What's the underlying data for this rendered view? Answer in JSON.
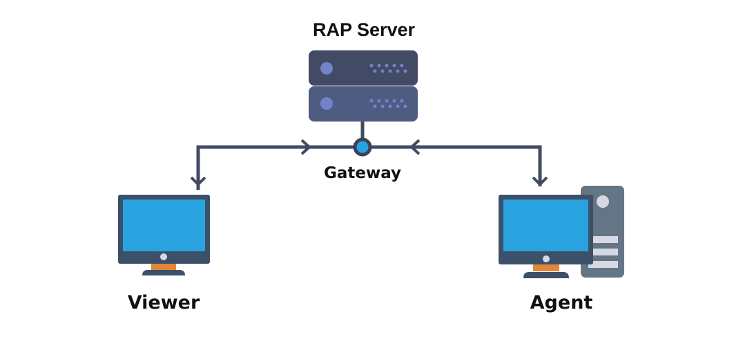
{
  "diagram": {
    "title": "RAP Server",
    "nodes": {
      "server": {
        "label": "RAP Server"
      },
      "gateway": {
        "label": "Gateway"
      },
      "viewer": {
        "label": "Viewer"
      },
      "agent": {
        "label": "Agent"
      }
    },
    "edges": [
      {
        "from": "viewer",
        "to": "gateway",
        "direction": "toward-gateway"
      },
      {
        "from": "agent",
        "to": "gateway",
        "direction": "toward-gateway"
      },
      {
        "from": "gateway",
        "to": "viewer",
        "direction": "down-to-viewer"
      },
      {
        "from": "gateway",
        "to": "agent",
        "direction": "down-to-agent"
      },
      {
        "from": "server",
        "to": "gateway",
        "direction": "vertical-link"
      }
    ],
    "colors": {
      "line": "#424a63",
      "server_top": "#434a66",
      "server_bottom": "#4f5a80",
      "server_led": "#7383c9",
      "gateway_fill": "#28a3e0",
      "screen": "#29a3df",
      "monitor_frame": "#3c5069",
      "stand": "#e1873a",
      "tower": "#647585",
      "tower_detail": "#d6d9e3"
    }
  }
}
